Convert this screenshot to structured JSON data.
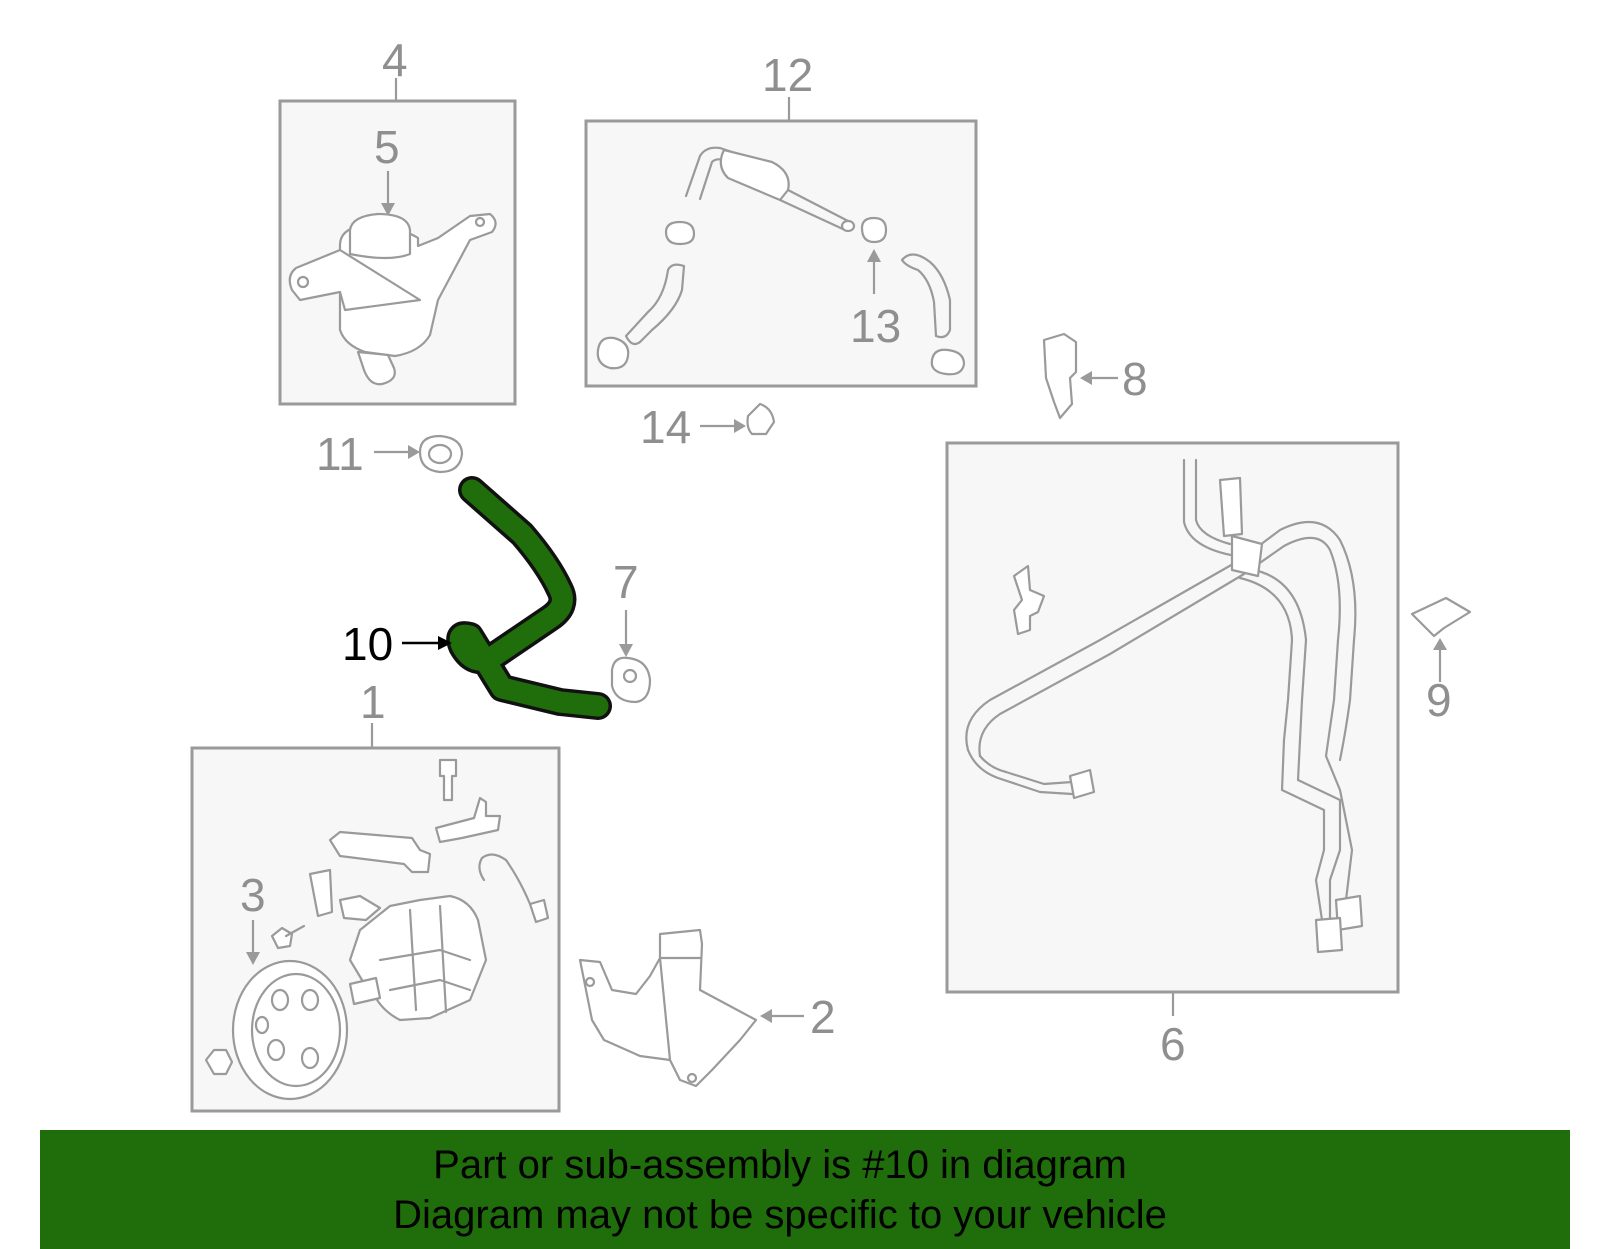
{
  "callouts": {
    "c1": "1",
    "c2": "2",
    "c3": "3",
    "c4": "4",
    "c5": "5",
    "c6": "6",
    "c7": "7",
    "c8": "8",
    "c9": "9",
    "c10": "10",
    "c11": "11",
    "c12": "12",
    "c13": "13",
    "c14": "14"
  },
  "highlighted_part": "10",
  "colors": {
    "highlight": "#1f6e0b",
    "banner": "#1f6e0b",
    "line": "#9a9a9a",
    "box_fill": "#f7f7f7"
  },
  "banner": {
    "line1": "Part or sub-assembly is #10 in diagram",
    "line2": "Diagram may not be specific to your vehicle"
  }
}
